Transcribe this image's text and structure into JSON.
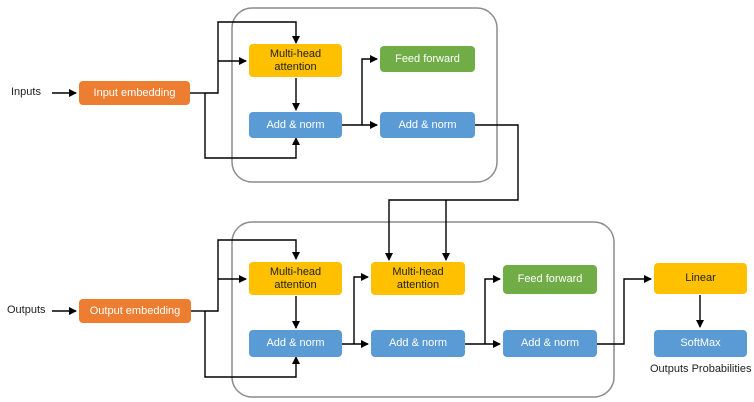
{
  "colors": {
    "embedding": "#ED7D31",
    "attention": "#FFC000",
    "feed_forward": "#70AD47",
    "add_norm": "#5B9BD5",
    "linear": "#FFC000",
    "softmax": "#5B9BD5",
    "container_border": "#8c8c8c",
    "arrow": "#000000"
  },
  "inputs_label": "Inputs",
  "outputs_label": "Outputs",
  "encoder": {
    "embedding": "Input embedding",
    "attention": "Multi-head\nattention",
    "feed_forward": "Feed forward",
    "add_norm_1": "Add & norm",
    "add_norm_2": "Add & norm"
  },
  "decoder": {
    "embedding": "Output embedding",
    "self_attention": "Multi-head\nattention",
    "cross_attention": "Multi-head\nattention",
    "feed_forward": "Feed forward",
    "add_norm_1": "Add & norm",
    "add_norm_2": "Add & norm",
    "add_norm_3": "Add & norm"
  },
  "head": {
    "linear": "Linear",
    "softmax": "SoftMax",
    "caption": "Outputs Probabilities"
  }
}
